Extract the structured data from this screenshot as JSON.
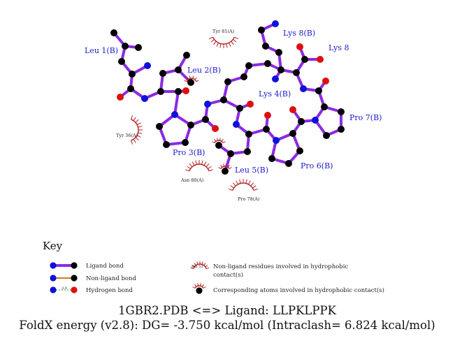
{
  "residues": {
    "leu1": "Leu 1(B)",
    "leu2": "Leu 2(B)",
    "pro3": "Pro 3(B)",
    "lys4": "Lys 4(B)",
    "leu5": "Leu 5(B)",
    "pro6": "Pro 6(B)",
    "pro7": "Pro 7(B)",
    "lys8": "Lys 8(B)",
    "lys8b": "Lys 8"
  },
  "hydrophobic": {
    "tyr81": "Tyr 81(A)",
    "tyr36": "Tyr 36(A)",
    "asn80": "Asn 80(A)",
    "pro78": "Pro 78(A)"
  },
  "key": {
    "title": "Key",
    "ligand_bond": "Ligand bond",
    "nonligand_bond": "Non-ligand bond",
    "hbond": "Hydrogen bond",
    "hbond_dist": "3.0",
    "his_label": "His 53",
    "nonligand_residues_line1": "Non-ligand residues involved in hydrophobic",
    "nonligand_residues_line2": "contact(s)",
    "corresponding_atoms": "Corresponding atoms involved in hydrophobic contact(s)"
  },
  "caption": {
    "line1": "1GBR2.PDB <=> Ligand: LLPKLPPK",
    "line2": "FoldX energy (v2.8): DG= -3.750 kcal/mol (Intraclash= 6.824 kcal/mol)"
  },
  "colors": {
    "ligand_bond": "#8a2be2",
    "nonligand_bond": "#d2781e",
    "carbon": "#000000",
    "nitrogen": "#1010dd",
    "oxygen": "#dd1010",
    "hydrophobic_arc": "#b22222",
    "residue_label": "#1a1acc"
  }
}
